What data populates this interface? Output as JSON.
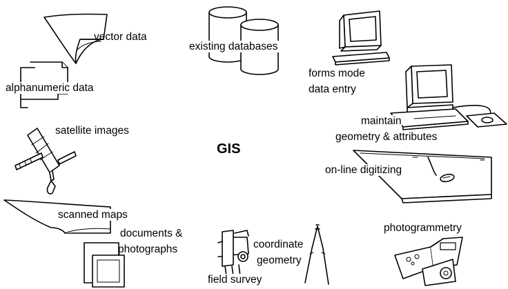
{
  "center_label": "GIS",
  "sources": {
    "vector_data": "vector data",
    "existing_databases": "existing databases",
    "alphanumeric_data": "alphanumeric data",
    "forms_mode": {
      "line1": "forms mode",
      "line2": "data entry"
    },
    "maintain": {
      "line1": "maintain",
      "line2": "geometry & attributes"
    },
    "satellite_images": "satellite images",
    "online_digitizing": "on-line digitizing",
    "scanned_maps": "scanned maps",
    "documents": {
      "line1": "documents &",
      "line2": "photographs"
    },
    "coordinate_geometry": {
      "line1": "coordinate",
      "line2": "geometry"
    },
    "photogrammetry": "photogrammetry",
    "field_survey": "field survey"
  },
  "icons": [
    "vector-sheet-icon",
    "database-cylinders-icon",
    "document-stack-icon",
    "computer-terminal-icon",
    "workstation-icon",
    "satellite-icon",
    "digitizer-tablet-icon",
    "map-sheet-icon",
    "photo-frame-icon",
    "survey-instrument-icon",
    "compass-divider-icon",
    "photogrammetry-machine-icon"
  ]
}
